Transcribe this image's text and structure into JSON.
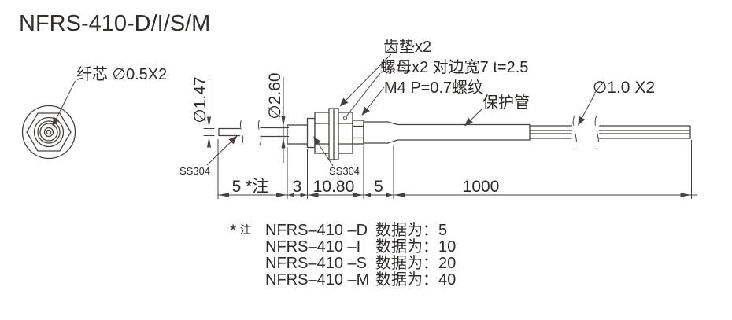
{
  "title": "NFRS-410-D/I/S/M",
  "colors": {
    "line": "#46413e",
    "text": "#2e2a28",
    "background": "#ffffff"
  },
  "end_view": {
    "fiber_core_label": "纤芯 ∅0.5X2"
  },
  "diameters": {
    "fiber_tip": "∅1.47",
    "sheath": "∅2.60",
    "lead_fibers": "∅1.0 X2"
  },
  "callouts": {
    "tooth_washer": "齿垫x2",
    "nut": "螺母x2 对边宽7 t=2.5",
    "thread": "M4 P=0.7螺纹",
    "protection_tube": "保护管",
    "material_left": "SS304",
    "material_right": "SS304"
  },
  "dimension_chain": {
    "seg1": "5 *注",
    "seg2": "3",
    "seg3": "10.80",
    "seg4": "5",
    "seg5": "1000"
  },
  "notes": {
    "marker_star": "*",
    "marker_zhu": "注",
    "rows": [
      {
        "model": "NFRS–410 –D",
        "value": "数据为：5"
      },
      {
        "model": "NFRS–410 –I",
        "value": "数据为：10"
      },
      {
        "model": "NFRS–410 –S",
        "value": "数据为：20"
      },
      {
        "model": "NFRS–410 –M",
        "value": "数据为：40"
      }
    ]
  }
}
